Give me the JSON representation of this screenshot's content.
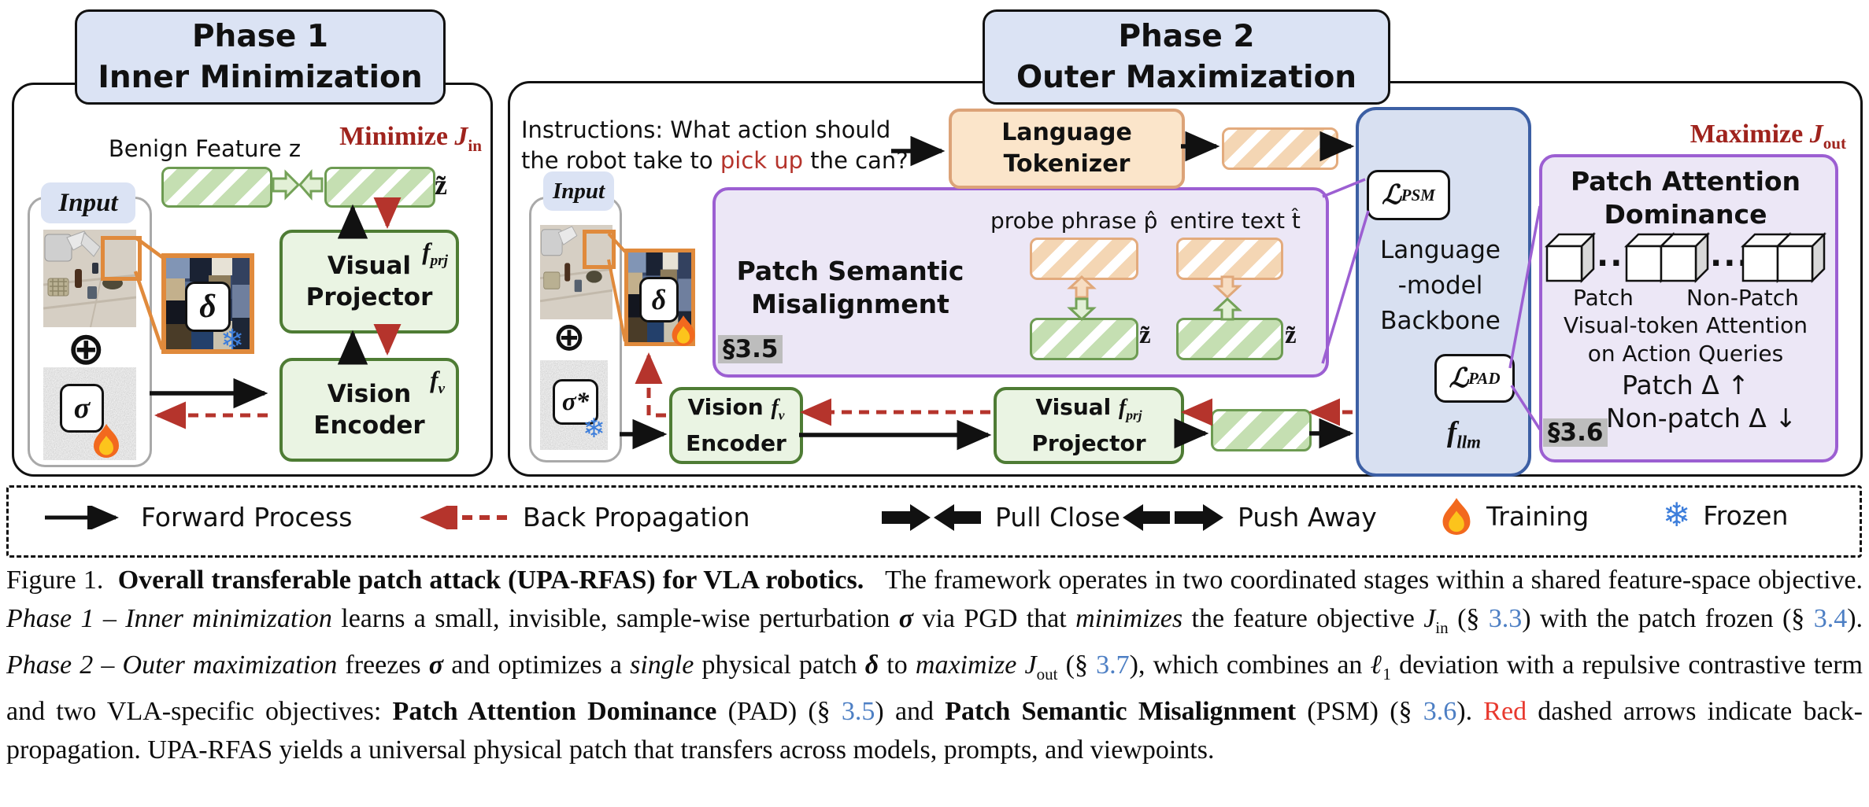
{
  "phase1": {
    "title": [
      "Phase 1",
      "Inner Minimization"
    ],
    "benign_feature_label": "Benign Feature z",
    "minimize_prefix": "Minimize ",
    "minimize_math": "J",
    "minimize_sub": "in",
    "z_tilde": "z̃",
    "input_label": "Input",
    "oplus": "⊕",
    "sigma": "σ",
    "delta": "δ",
    "visual_projector": [
      "Visual",
      "Projector"
    ],
    "f_prj": {
      "base": "f",
      "sub": "prj"
    },
    "vision_encoder": [
      "Vision",
      "Encoder"
    ],
    "f_v": {
      "base": "f",
      "sub": "v"
    }
  },
  "phase2": {
    "title": [
      "Phase 2",
      "Outer Maximization"
    ],
    "instructions_line1": "Instructions: What action should",
    "instructions_line2_pre": "the robot take to ",
    "instructions_highlight": "pick up",
    "instructions_line2_post": " the can?",
    "language_tokenizer": [
      "Language",
      "Tokenizer"
    ],
    "input_label": "Input",
    "sigma_star": "σ*",
    "delta": "δ",
    "oplus": "⊕",
    "vision_encoder": {
      "line1_pre": "Vision ",
      "line2": "Encoder"
    },
    "visual_projector": {
      "line1_pre": "Visual ",
      "line2": "Projector"
    },
    "f_v": {
      "base": "f",
      "sub": "v"
    },
    "f_prj": {
      "base": "f",
      "sub": "prj"
    },
    "backbone_lines": [
      "Language",
      "-model",
      "Backbone"
    ],
    "l_psm": {
      "base": "ℒ",
      "sub": "PSM"
    },
    "l_pad": {
      "base": "ℒ",
      "sub": "PAD"
    },
    "f_llm": {
      "base": "f",
      "sub": "llm"
    },
    "maximize_prefix": "Maximize ",
    "maximize_math": "J",
    "maximize_sub": "out",
    "psm": {
      "title": [
        "Patch Semantic",
        "Misalignment"
      ],
      "section": "§3.5",
      "col1_label": "probe phrase p̂",
      "col2_label": "entire text t̂",
      "z_tilde": "z̃"
    },
    "pad": {
      "title": [
        "Patch Attention",
        "Dominance"
      ],
      "section": "§3.6",
      "patch_label": "Patch",
      "non_patch_label": "Non-Patch",
      "dots": "···",
      "attention_lines": [
        "Visual-token Attention",
        "on Action Queries"
      ],
      "patch_delta": "Patch Δ ↑",
      "non_patch_delta": "Non-patch Δ ↓"
    }
  },
  "legend": {
    "items": [
      {
        "icon": "forward-arrow",
        "label": "Forward Process"
      },
      {
        "icon": "back-propagation-arrow",
        "label": "Back Propagation"
      },
      {
        "icon": "pull-close-arrows",
        "label": "Pull Close"
      },
      {
        "icon": "push-away-arrows",
        "label": "Push Away"
      },
      {
        "icon": "fire",
        "label": "Training"
      },
      {
        "icon": "snowflake",
        "label": "Frozen"
      }
    ]
  },
  "caption": {
    "segments": [
      {
        "text": "Figure 1.  ",
        "style": "normal"
      },
      {
        "text": "Overall transferable patch attack (UPA-RFAS) for VLA robotics.",
        "style": "bold"
      },
      {
        "text": "   The framework operates in two coordinated stages within a shared feature-space objective.  ",
        "style": "normal"
      },
      {
        "text": "Phase 1 – Inner minimization",
        "style": "italic"
      },
      {
        "text": " learns a small, invisible, sample-wise perturbation ",
        "style": "normal"
      },
      {
        "text": "σ",
        "style": "bolditalic"
      },
      {
        "text": " via PGD that ",
        "style": "normal"
      },
      {
        "text": "minimizes",
        "style": "italic"
      },
      {
        "text": " the feature objective ",
        "style": "normal"
      },
      {
        "text": "J",
        "style": "mathcal"
      },
      {
        "text": "in",
        "style": "sub"
      },
      {
        "text": " (§ ",
        "style": "normal"
      },
      {
        "text": "3.3",
        "style": "link"
      },
      {
        "text": ") with the patch frozen (§ ",
        "style": "normal"
      },
      {
        "text": "3.4",
        "style": "link"
      },
      {
        "text": "). ",
        "style": "normal"
      },
      {
        "text": "Phase 2 – Outer maximization",
        "style": "italic"
      },
      {
        "text": " freezes ",
        "style": "normal"
      },
      {
        "text": "σ",
        "style": "bolditalic"
      },
      {
        "text": " and optimizes a ",
        "style": "normal"
      },
      {
        "text": "single",
        "style": "italic"
      },
      {
        "text": " physical patch ",
        "style": "normal"
      },
      {
        "text": "δ",
        "style": "bolditalic"
      },
      {
        "text": " to ",
        "style": "normal"
      },
      {
        "text": "maximize",
        "style": "italic"
      },
      {
        "text": " ",
        "style": "normal"
      },
      {
        "text": "J",
        "style": "mathcal"
      },
      {
        "text": "out",
        "style": "sub"
      },
      {
        "text": " (§ ",
        "style": "normal"
      },
      {
        "text": "3.7",
        "style": "link"
      },
      {
        "text": "), which combines an ",
        "style": "normal"
      },
      {
        "text": "ℓ",
        "style": "italic"
      },
      {
        "text": "1",
        "style": "sub"
      },
      {
        "text": " deviation with a repulsive contrastive term and two VLA-specific objectives: ",
        "style": "normal"
      },
      {
        "text": "Patch Attention Dominance",
        "style": "bold"
      },
      {
        "text": " (PAD) (§ ",
        "style": "normal"
      },
      {
        "text": "3.5",
        "style": "link"
      },
      {
        "text": ") and ",
        "style": "normal"
      },
      {
        "text": "Patch Semantic Misalignment",
        "style": "bold"
      },
      {
        "text": " (PSM) (§ ",
        "style": "normal"
      },
      {
        "text": "3.6",
        "style": "link"
      },
      {
        "text": "). ",
        "style": "normal"
      },
      {
        "text": "Red",
        "style": "red"
      },
      {
        "text": " dashed arrows indicate back-propagation. UPA-RFAS yields a universal physical patch that transfers across models, prompts, and viewpoints.",
        "style": "normal"
      }
    ]
  },
  "colors": {
    "accent_red": "#9f231d",
    "link_blue": "#4d7fc4",
    "backprop_red": "#b5342c",
    "green_border": "#4e7c34",
    "orange_border": "#dca378",
    "purple_border": "#9c5fd2",
    "backbone_border": "#3c5fa4",
    "frozen_blue": "#3d7edb"
  }
}
